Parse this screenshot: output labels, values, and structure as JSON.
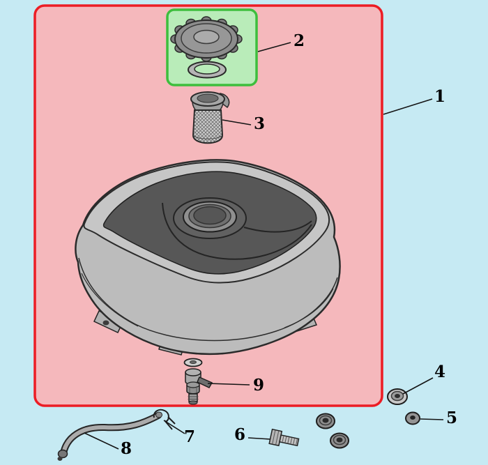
{
  "diagram": {
    "background_color": "#c6eaf3",
    "panels": {
      "main_group": {
        "fill": "#f5b8bc",
        "stroke": "#ec1c24"
      },
      "cap_group": {
        "fill": "#b9ecb9",
        "stroke": "#3dbe3d"
      }
    },
    "callouts": [
      {
        "number": "1",
        "part": "tank-assembly-group"
      },
      {
        "number": "2",
        "part": "fuel-cap-and-gasket-group"
      },
      {
        "number": "3",
        "part": "fuel-strainer"
      },
      {
        "number": "4",
        "part": "collar-washer"
      },
      {
        "number": "5",
        "part": "small-grommet"
      },
      {
        "number": "6",
        "part": "flange-bolt"
      },
      {
        "number": "7",
        "part": "hose-clip"
      },
      {
        "number": "8",
        "part": "fuel-hose"
      },
      {
        "number": "9",
        "part": "fuel-petcock"
      }
    ]
  }
}
